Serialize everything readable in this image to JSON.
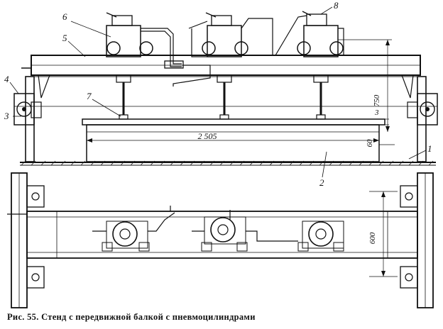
{
  "figure": {
    "caption": "Рис. 55. Стенд с передвижной балкой с пневмоцилиндрами",
    "callouts": [
      "1",
      "2",
      "3",
      "4",
      "5",
      "6",
      "7",
      "8"
    ],
    "dimensions": {
      "length": "2 505",
      "beam_height": "750",
      "gap": "3",
      "base_height": "60",
      "track_width": "600"
    }
  }
}
